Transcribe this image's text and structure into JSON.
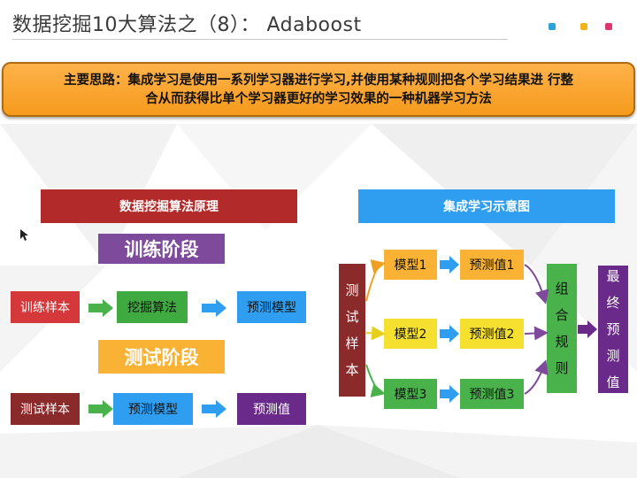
{
  "slide": {
    "title": "数据挖掘10大算法之（8）： Adaboost",
    "accent_dots": [
      "#29a3d8",
      "#f2b31a",
      "#e0356b"
    ]
  },
  "banner": {
    "line1": "主要思路：集成学习是使用一系列学习器进行学习,并使用某种规则把各个学习结果进 行整",
    "line2": "合从而获得比单个学习器更好的学习效果的一种机器学习方法"
  },
  "left_panel": {
    "header": "数据挖掘算法原理",
    "training_stage": "训练阶段",
    "testing_stage": "测试阶段",
    "training_flow": [
      "训练样本",
      "挖掘算法",
      "预测模型"
    ],
    "testing_flow": [
      "测试样本",
      "预测模型",
      "预测值"
    ]
  },
  "right_panel": {
    "header": "集成学习示意图",
    "test_sample": "测试样本",
    "models": [
      "模型1",
      "模型2",
      "模型3"
    ],
    "predictions": [
      "预测值1",
      "预测值2",
      "预测值3"
    ],
    "combine_rule": "组合规则",
    "final_value": "最终预测值"
  },
  "colors": {
    "banner_orange": "#f5a02a",
    "red_header": "#b22a2a",
    "blue_header": "#2f9ef0",
    "green_arrow": "#49b24a",
    "blue_arrow": "#2f9ef0",
    "purple_arrow": "#6a2a8a"
  }
}
